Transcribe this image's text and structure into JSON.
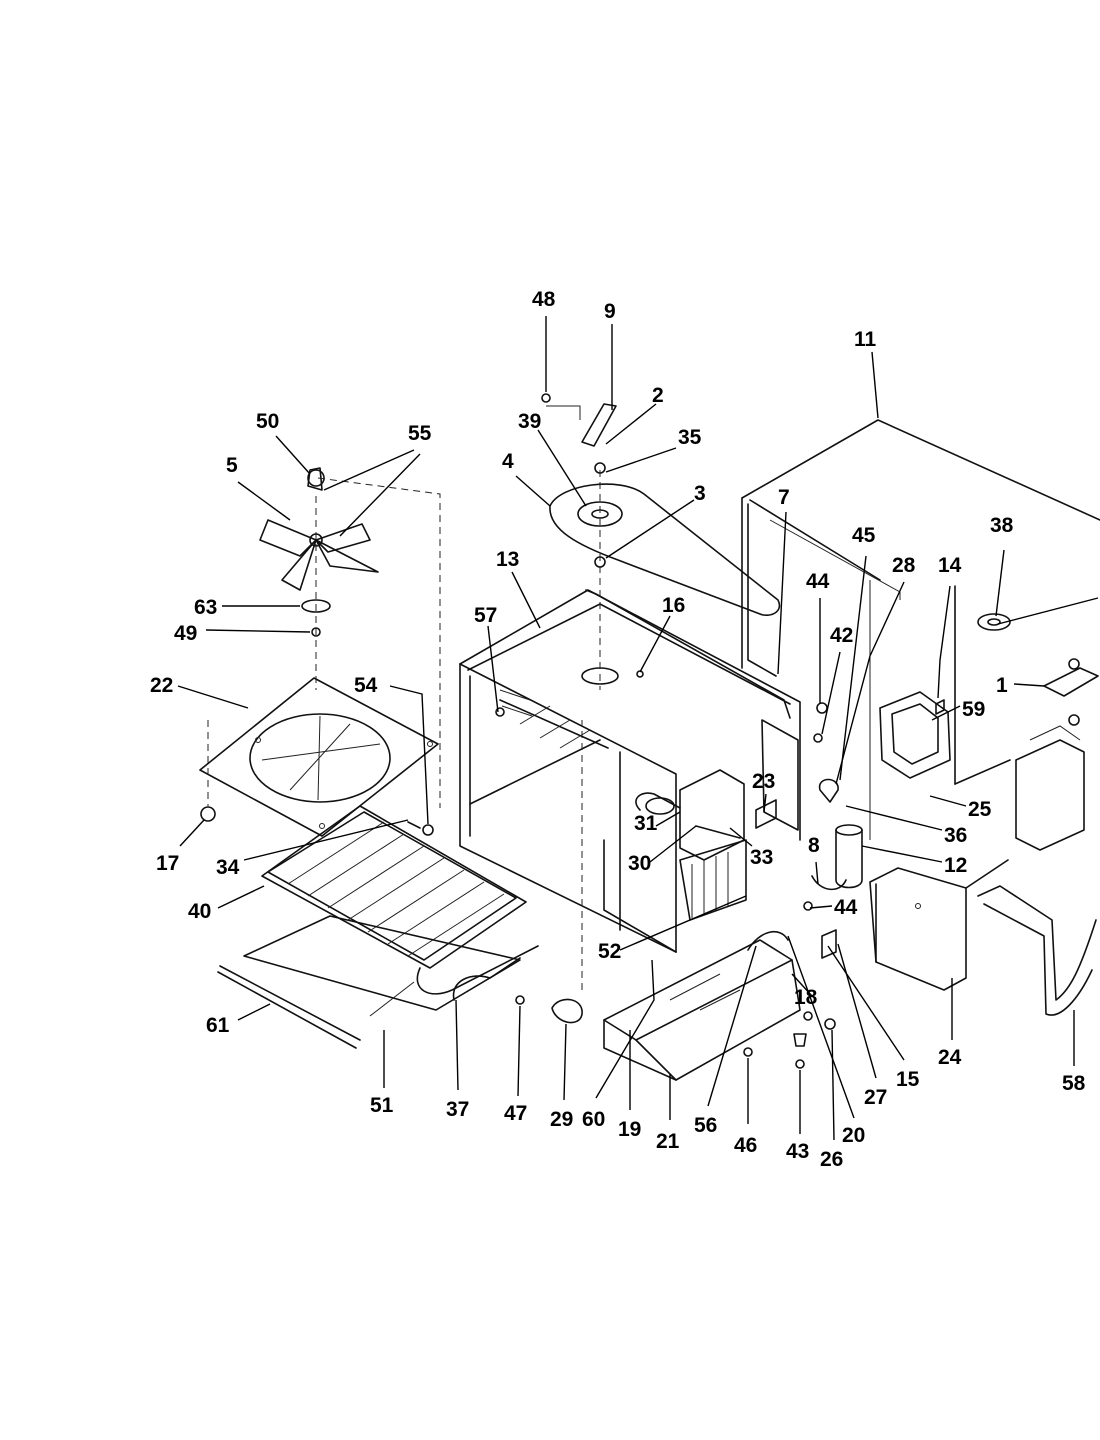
{
  "callouts": [
    {
      "label": "1"
    },
    {
      "label": "2"
    },
    {
      "label": "3"
    },
    {
      "label": "4"
    },
    {
      "label": "5"
    },
    {
      "label": "7"
    },
    {
      "label": "8"
    },
    {
      "label": "9"
    },
    {
      "label": "11"
    },
    {
      "label": "12"
    },
    {
      "label": "13"
    },
    {
      "label": "14"
    },
    {
      "label": "15"
    },
    {
      "label": "16"
    },
    {
      "label": "17"
    },
    {
      "label": "18"
    },
    {
      "label": "19"
    },
    {
      "label": "20"
    },
    {
      "label": "21"
    },
    {
      "label": "22"
    },
    {
      "label": "23"
    },
    {
      "label": "24"
    },
    {
      "label": "25"
    },
    {
      "label": "26"
    },
    {
      "label": "27"
    },
    {
      "label": "28"
    },
    {
      "label": "29"
    },
    {
      "label": "30"
    },
    {
      "label": "31"
    },
    {
      "label": "33"
    },
    {
      "label": "34"
    },
    {
      "label": "35"
    },
    {
      "label": "36"
    },
    {
      "label": "37"
    },
    {
      "label": "38"
    },
    {
      "label": "39"
    },
    {
      "label": "40"
    },
    {
      "label": "42"
    },
    {
      "label": "43"
    },
    {
      "label": "44"
    },
    {
      "label": "44"
    },
    {
      "label": "45"
    },
    {
      "label": "46"
    },
    {
      "label": "47"
    },
    {
      "label": "48"
    },
    {
      "label": "49"
    },
    {
      "label": "50"
    },
    {
      "label": "51"
    },
    {
      "label": "52"
    },
    {
      "label": "54"
    },
    {
      "label": "55"
    },
    {
      "label": "56"
    },
    {
      "label": "57"
    },
    {
      "label": "58"
    },
    {
      "label": "59"
    },
    {
      "label": "60"
    },
    {
      "label": "61"
    },
    {
      "label": "63"
    }
  ]
}
